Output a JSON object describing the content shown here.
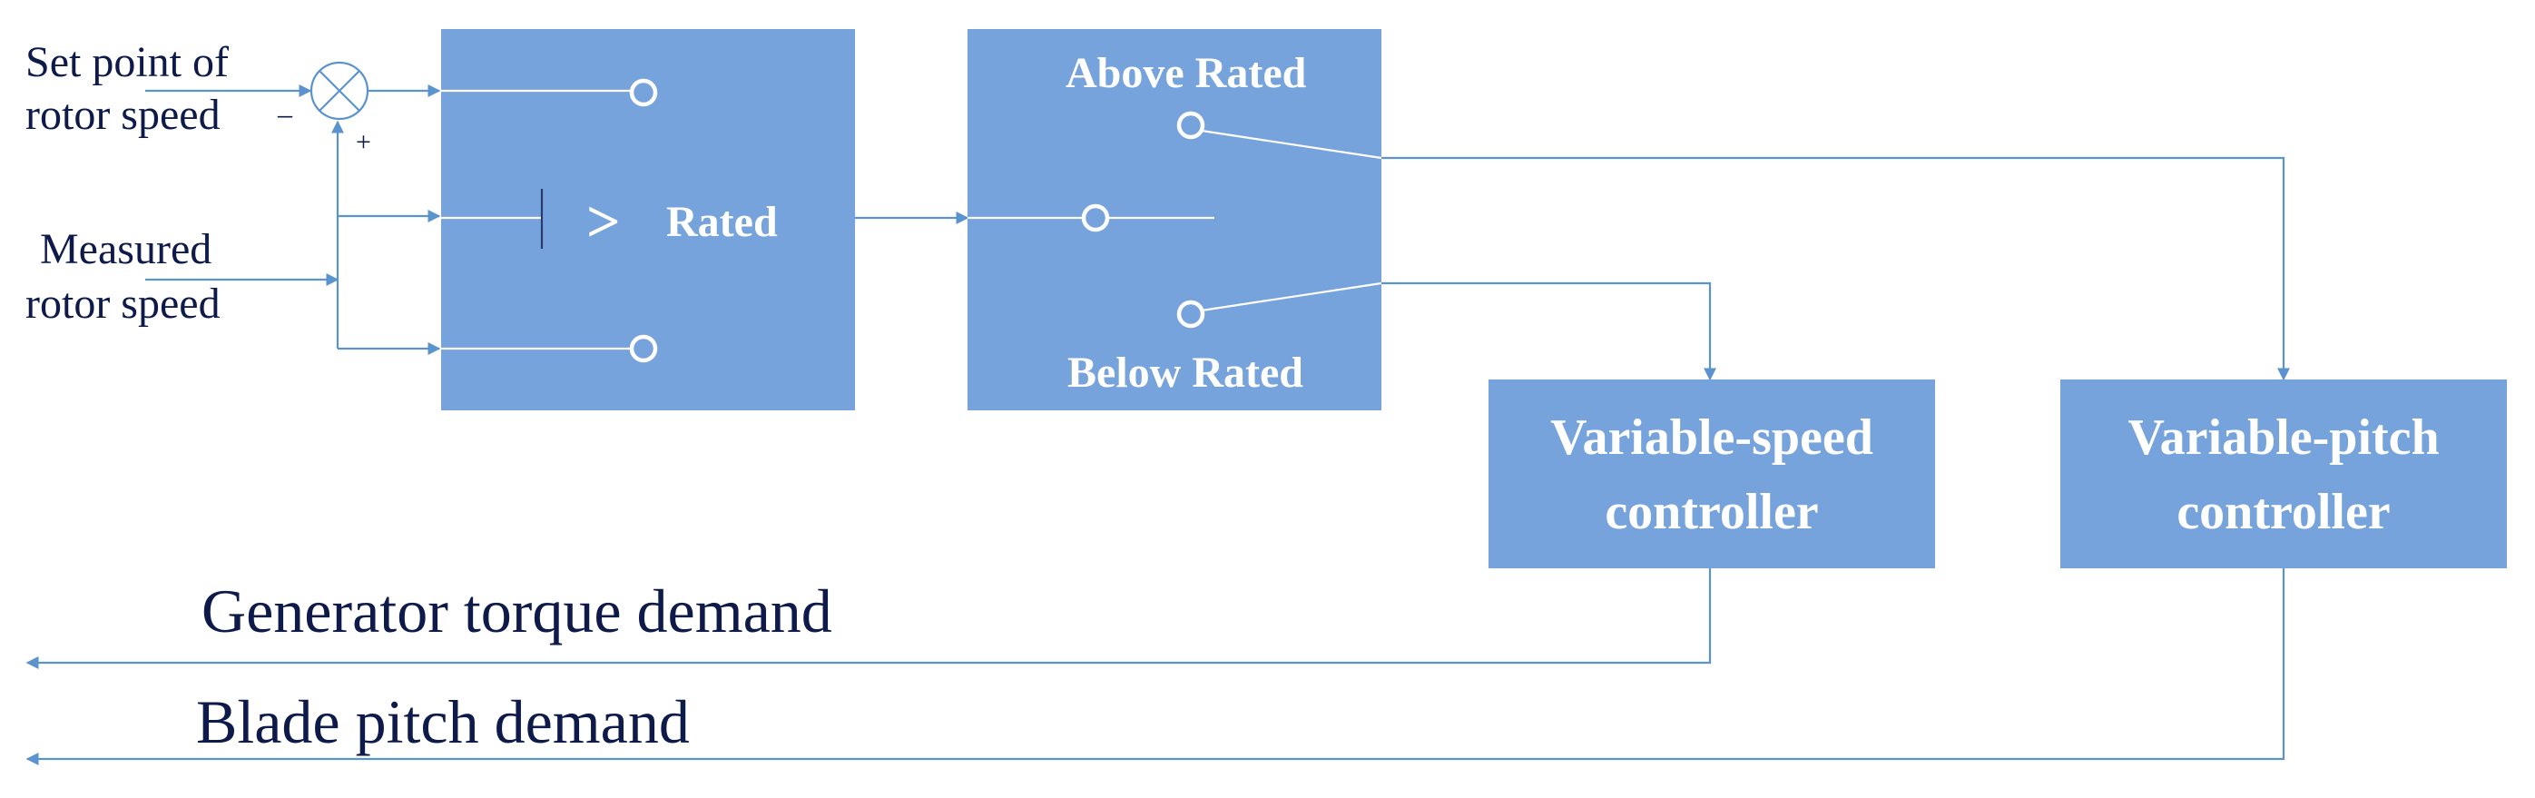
{
  "colors": {
    "block_fill": "#77a3dc",
    "wire": "#5b93cf",
    "dark_text": "#0d1a4a",
    "block_text": "#ffffff"
  },
  "inputs": {
    "setpoint_line1": "Set point of",
    "setpoint_line2": "rotor speed",
    "measured_line1": "Measured",
    "measured_line2": "rotor speed"
  },
  "summing_junction": {
    "minus_sign": "–",
    "plus_sign": "+"
  },
  "comparator": {
    "symbol": ">",
    "label": "Rated"
  },
  "switch": {
    "above_label": "Above Rated",
    "below_label": "Below Rated"
  },
  "controllers": {
    "speed_line1": "Variable-speed",
    "speed_line2": "controller",
    "pitch_line1": "Variable-pitch",
    "pitch_line2": "controller"
  },
  "outputs": {
    "torque": "Generator torque demand",
    "pitch": "Blade pitch demand"
  }
}
